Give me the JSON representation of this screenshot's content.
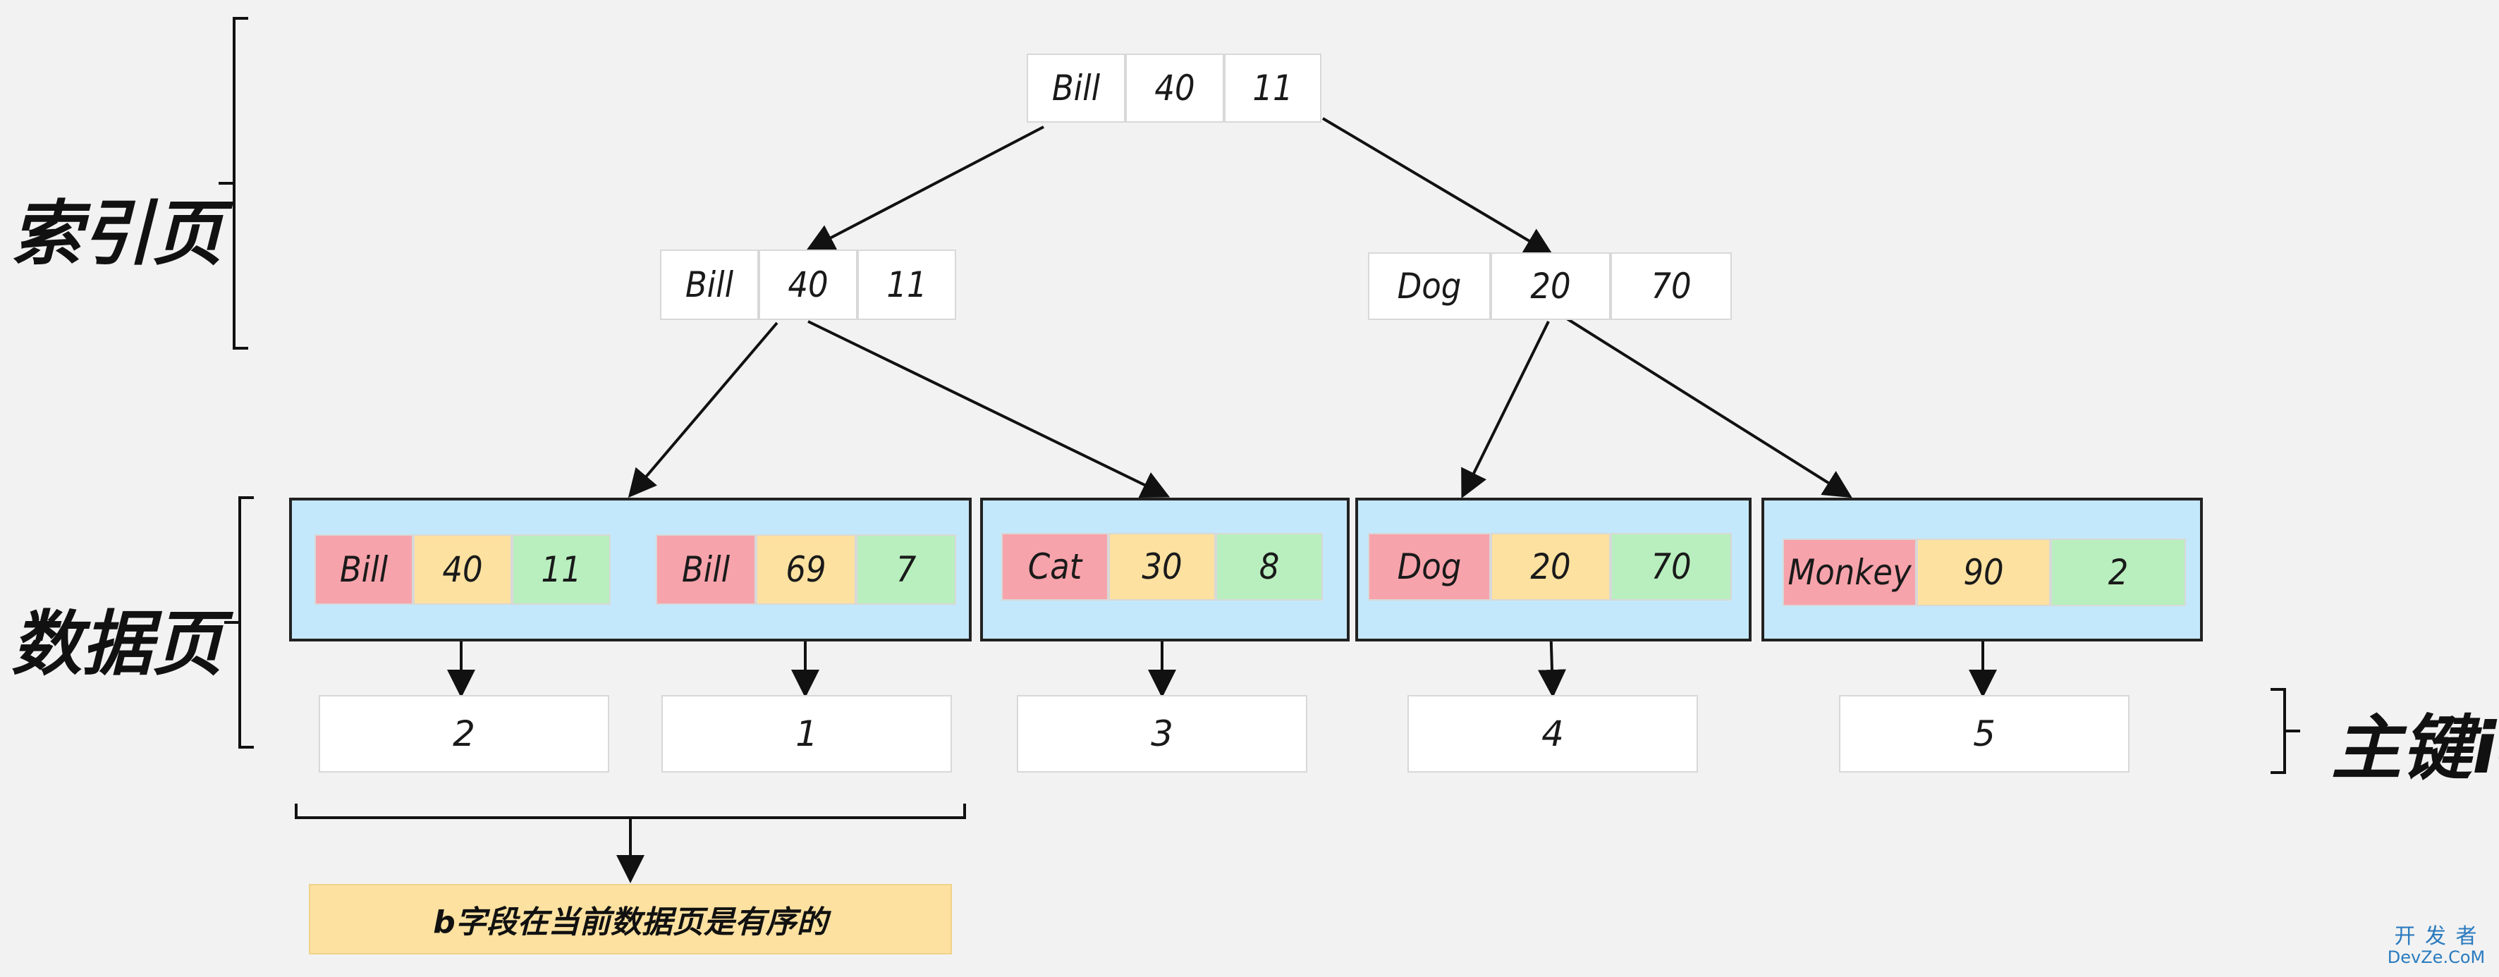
{
  "labels": {
    "index_page": "索引页",
    "data_page": "数据页",
    "primary_key": "主键id"
  },
  "index_root": [
    "Bill",
    "40",
    "11"
  ],
  "index_left": [
    "Bill",
    "40",
    "11"
  ],
  "index_right": [
    "Dog",
    "20",
    "70"
  ],
  "data_pages": [
    {
      "rows": [
        [
          "Bill",
          "40",
          "11"
        ],
        [
          "Bill",
          "69",
          "7"
        ]
      ]
    },
    {
      "rows": [
        [
          "Cat",
          "30",
          "8"
        ]
      ]
    },
    {
      "rows": [
        [
          "Dog",
          "20",
          "70"
        ]
      ]
    },
    {
      "rows": [
        [
          "Monkey",
          "90",
          "2"
        ]
      ]
    }
  ],
  "ids": [
    "2",
    "1",
    "3",
    "4",
    "5"
  ],
  "note": "b字段在当前数据页是有序的",
  "watermark": {
    "line1": "开 发 者",
    "line2": "DevZe.CoM"
  }
}
